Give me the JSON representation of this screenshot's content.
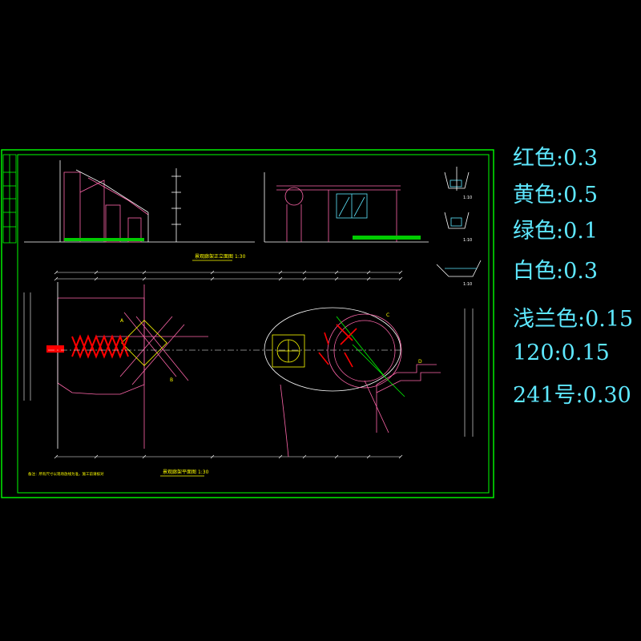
{
  "drawing": {
    "title_elevation_a": "景观廊架正立面图",
    "scale_a": "1:30",
    "title_plan": "景观廊架平面图",
    "scale_plan": "1:30",
    "note": "备注：所有尺寸以现场放线为准，施工前请核对",
    "detail_scale_1": "1:10",
    "detail_scale_2": "1:10",
    "detail_scale_3": "1:10",
    "section_mark_a": "A",
    "section_mark_b": "B",
    "section_mark_c": "C",
    "section_mark_d": "D"
  },
  "legend": [
    {
      "name": "红色",
      "value": "0.3"
    },
    {
      "name": "黄色",
      "value": "0.5"
    },
    {
      "name": "绿色",
      "value": "0.1"
    },
    {
      "name": "白色",
      "value": "0.3"
    },
    {
      "name": "浅兰色",
      "value": "0.15"
    },
    {
      "name": "120",
      "value": "0.15"
    },
    {
      "name": "241号",
      "value": "0.30"
    }
  ],
  "colors": {
    "background": "#000000",
    "frame": "#00ff00",
    "red": "#ff0000",
    "yellow": "#ffff00",
    "green": "#00ff00",
    "white": "#ffffff",
    "cyan": "#5ee8ff",
    "magenta": "#ff66aa"
  }
}
